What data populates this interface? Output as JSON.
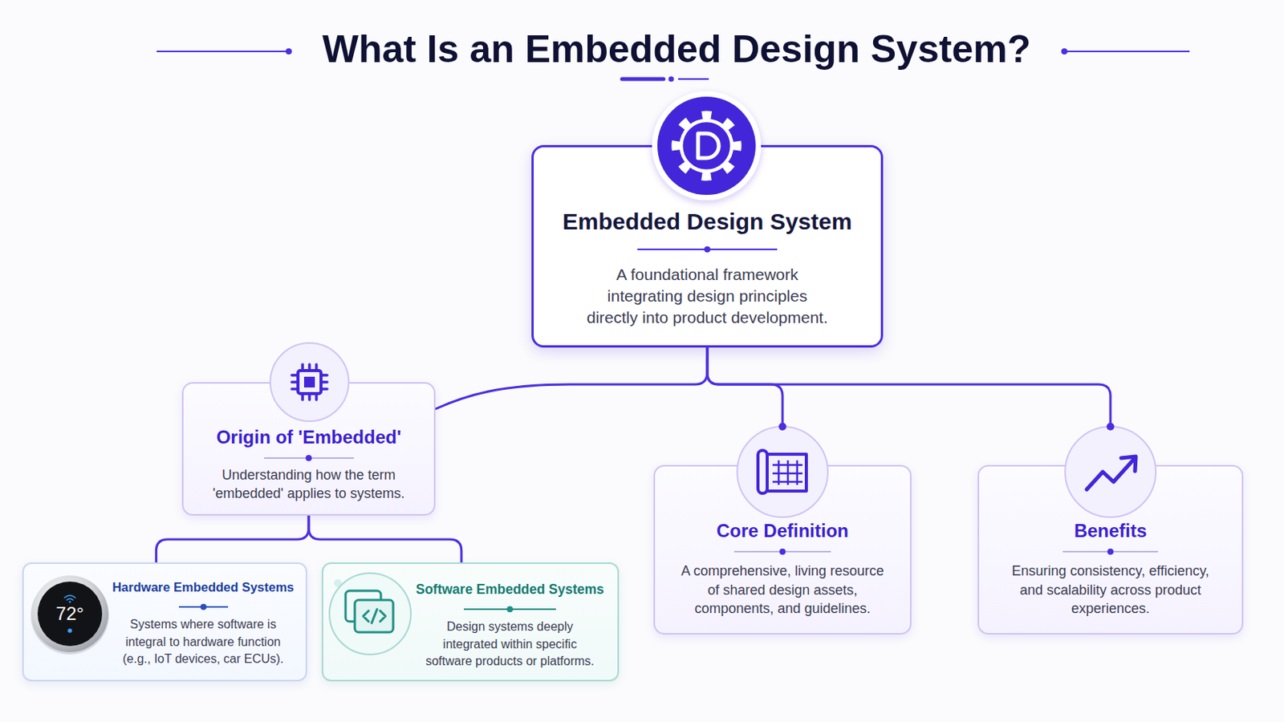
{
  "diagram": {
    "title": "What Is an Embedded Design System?",
    "nodes": [
      {
        "text": [
          "Embedded Design System",
          "A foundational framework integrating design principles directly into product development."
        ]
      },
      {
        "text": [
          "Origin of 'Embedded'",
          "Understanding how the term 'embedded' applies to systems."
        ]
      },
      {
        "text": [
          "Core Definition",
          "A comprehensive, living resource of shared design assets, components, and guidelines."
        ]
      },
      {
        "text": [
          "Benefits",
          "Ensuring consistency, efficiency, and scalability across product experiences."
        ]
      },
      {
        "text": [
          "Hardware Embedded Systems",
          "Systems where software is integral to hardware function (e.g., IoT devices, car ECUs)."
        ]
      },
      {
        "text": [
          "Software Embedded Systems",
          "Design systems deeply integrated within specific software products or platforms."
        ]
      }
    ],
    "edges": [
      {
        "from": 0,
        "to": 1,
        "arrow": "none"
      },
      {
        "from": 0,
        "to": 2,
        "arrow": "none"
      },
      {
        "from": 0,
        "to": 3,
        "arrow": "none"
      },
      {
        "from": 1,
        "to": 4,
        "arrow": "none"
      },
      {
        "from": 1,
        "to": 5,
        "arrow": "none"
      }
    ],
    "labels": [
      "72°"
    ]
  }
}
